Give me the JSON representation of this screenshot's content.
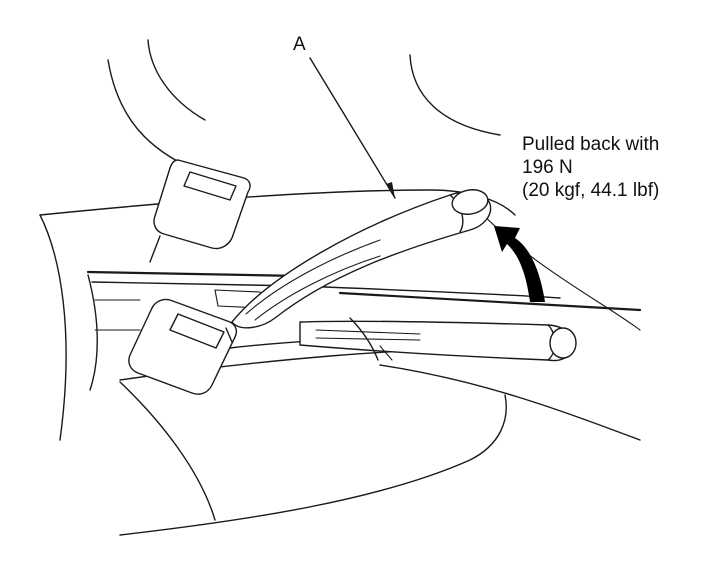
{
  "labels": {
    "callout": "A",
    "note_line1": "Pulled back with",
    "note_line2": "196 N",
    "note_line3": "(20 kgf, 44.1 lbf)"
  },
  "colors": {
    "line": "#1a1a1a",
    "arrow": "#000000",
    "background": "#ffffff"
  },
  "icons": {
    "direction_arrow": "curved-arrow-up-icon"
  }
}
